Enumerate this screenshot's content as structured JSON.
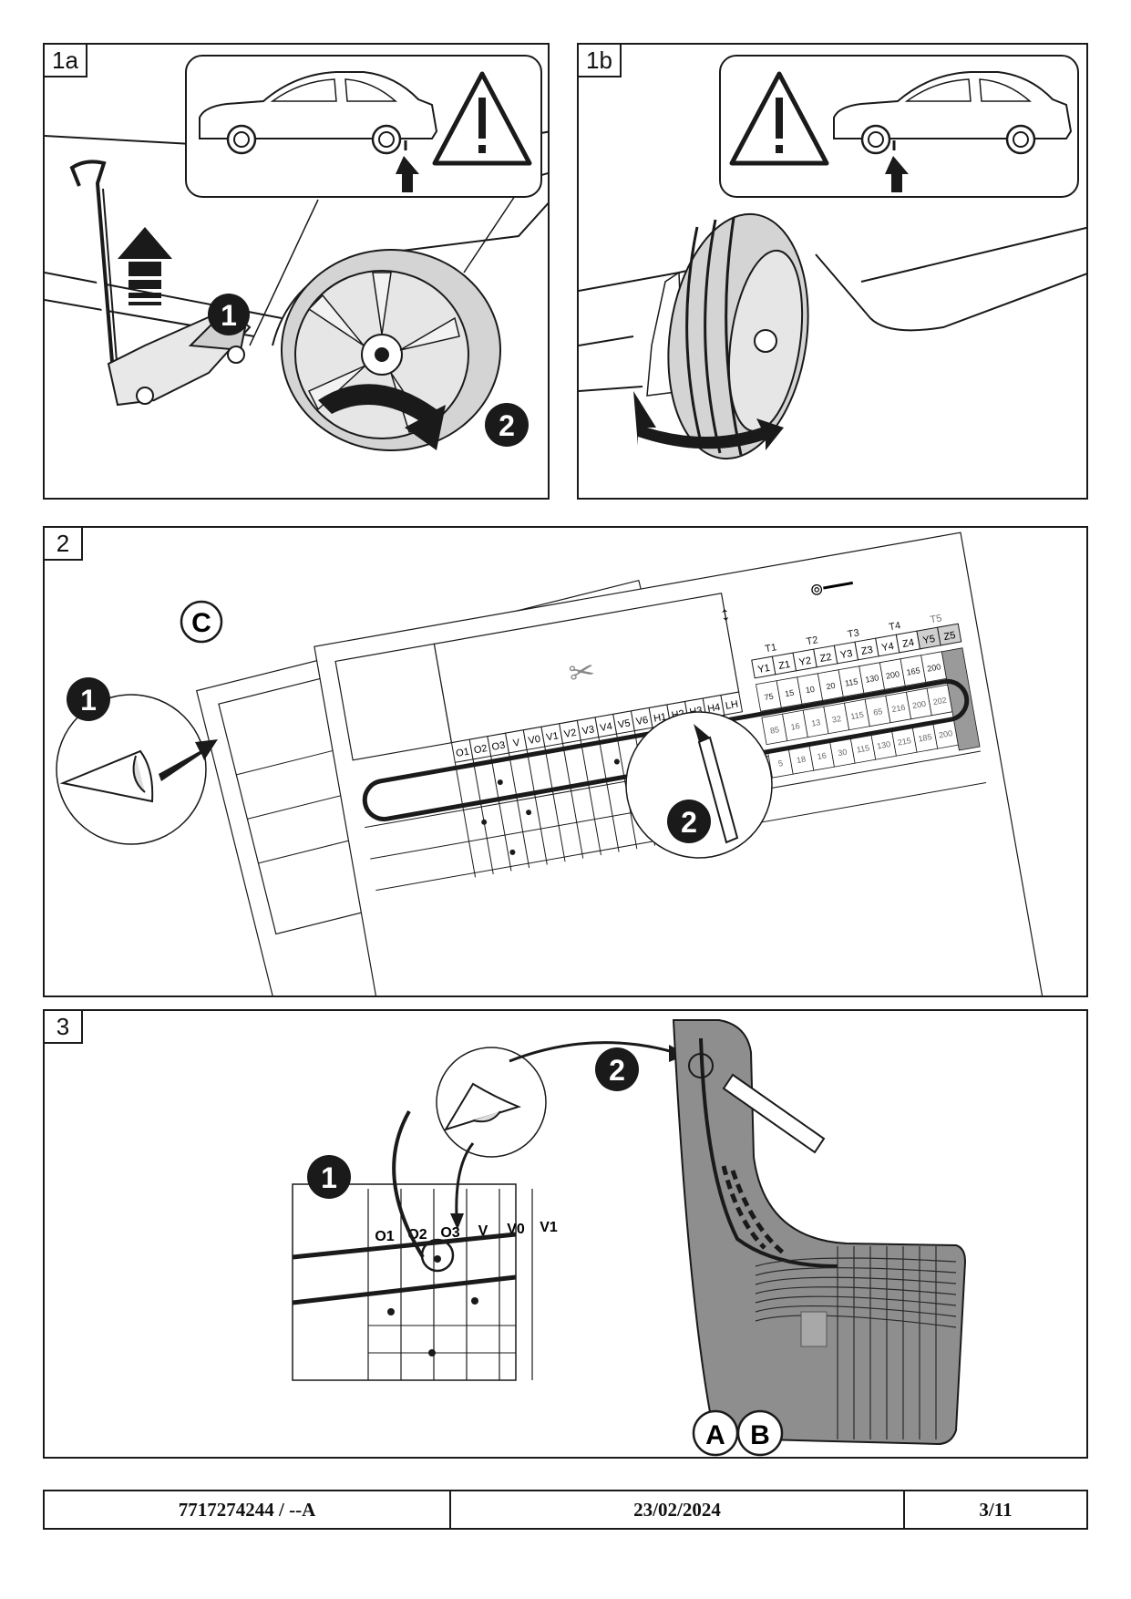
{
  "panels": {
    "p1a": {
      "label": "1a",
      "step1": "1",
      "step2": "2"
    },
    "p1b": {
      "label": "1b"
    },
    "p2": {
      "label": "2",
      "marker_c": "C",
      "step1": "1",
      "step2": "2",
      "columns": [
        "O1",
        "O2",
        "O3",
        "V",
        "V0",
        "V1",
        "V2",
        "V3",
        "V4",
        "V5",
        "V6",
        "H1",
        "H2",
        "H3",
        "H4",
        "LH"
      ],
      "t_headers": [
        "T1",
        "T2",
        "T3",
        "T4",
        "T5"
      ],
      "yz_headers": [
        "Y1",
        "Z1",
        "Y2",
        "Z2",
        "Y3",
        "Z3",
        "Y4",
        "Z4",
        "Y5",
        "Z5"
      ],
      "row1": [
        "75",
        "15",
        "10",
        "20",
        "115",
        "130",
        "200",
        "165",
        "200"
      ],
      "row2": [
        "85",
        "16",
        "13",
        "32",
        "115",
        "65",
        "216",
        "200",
        "202"
      ],
      "row3": [
        "5",
        "18",
        "16",
        "30",
        "115",
        "130",
        "215",
        "185",
        "200"
      ],
      "back_sheet_col": "O1"
    },
    "p3": {
      "label": "3",
      "step1": "1",
      "step2": "2",
      "zoom_columns": [
        "O1",
        "O2",
        "O3",
        "V",
        "V0",
        "V1"
      ],
      "marker_a": "A",
      "marker_b": "B"
    }
  },
  "footer": {
    "doc_number": "7717274244 / --A",
    "date": "23/02/2024",
    "page": "3/11"
  },
  "colors": {
    "ink": "#1a1a1a",
    "flap_gray": "#8e8e8e",
    "tire_gray": "#d4d4d4"
  }
}
